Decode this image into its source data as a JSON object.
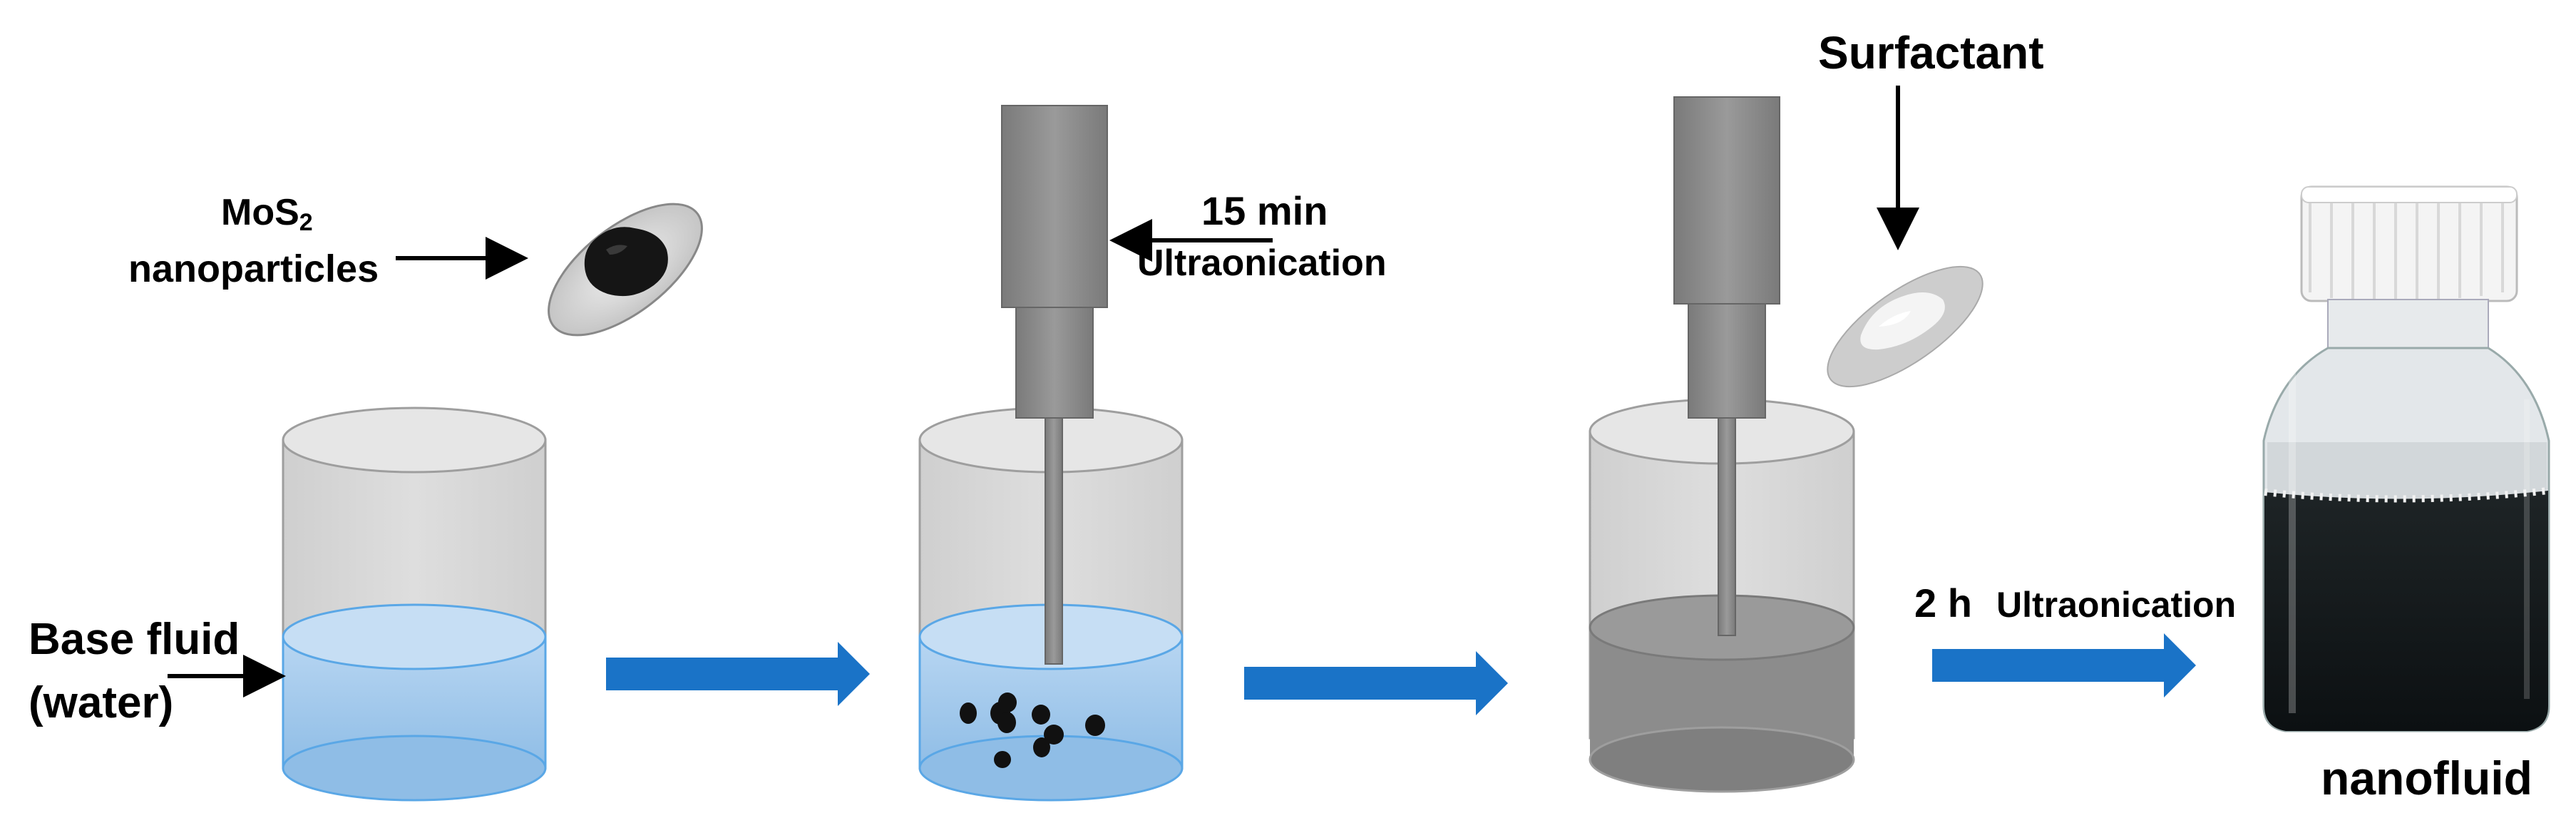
{
  "labels": {
    "mos2_main": "MoS",
    "mos2_sub": "2",
    "nanoparticles": "nanoparticles",
    "base_fluid": "Base fluid",
    "water": "(water)",
    "time_15": "15 min",
    "ultra_1": "Ultraonication",
    "surfactant": "Surfactant",
    "time_2h": "2 h",
    "ultra_2": "Ultraonication",
    "nanofluid": "nanofluid"
  },
  "colors": {
    "beaker_glass": "#d6d6d6",
    "beaker_rim": "#e6e6e6",
    "water": "#a9ccec",
    "water_top": "#c6def4",
    "water_edge": "#5aa7e6",
    "flow_arrow": "#1a73c7",
    "probe": "#8a8a8a",
    "surfactant_fluid": "#8c8c8c",
    "particle": "#111111",
    "dish": "#cfcfcf"
  },
  "icons": [
    "dish-icon",
    "beaker-icon",
    "sonicator-probe-icon",
    "bottle-icon",
    "arrow-icon"
  ]
}
